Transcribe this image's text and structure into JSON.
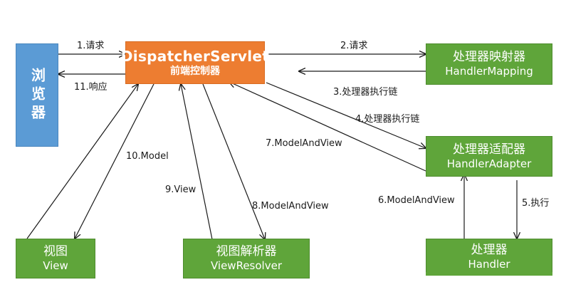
{
  "nodes": {
    "browser": "浏览器",
    "dispatcher": {
      "title": "DispatcherServlet",
      "subtitle": "前端控制器"
    },
    "handler_mapping": {
      "cn": "处理器映射器",
      "en": "HandlerMapping"
    },
    "handler_adapter": {
      "cn": "处理器适配器",
      "en": "HandlerAdapter"
    },
    "view": {
      "cn": "视图",
      "en": "View"
    },
    "view_resolver": {
      "cn": "视图解析器",
      "en": "ViewResolver"
    },
    "handler": {
      "cn": "处理器",
      "en": "Handler"
    }
  },
  "edges": {
    "e1": "1.请求",
    "e2": "2.请求",
    "e3": "3.处理器执行链",
    "e4": "4.处理器执行链",
    "e5": "5.执行",
    "e6": "6.ModelAndView",
    "e7": "7.ModelAndView",
    "e8": "8.ModelAndView",
    "e9": "9.View",
    "e10": "10.Model",
    "e11": "11.响应"
  },
  "colors": {
    "green": "#5fa53a",
    "orange": "#ed7d31",
    "blue": "#5b9bd5",
    "arrow": "#1a1a1a"
  }
}
